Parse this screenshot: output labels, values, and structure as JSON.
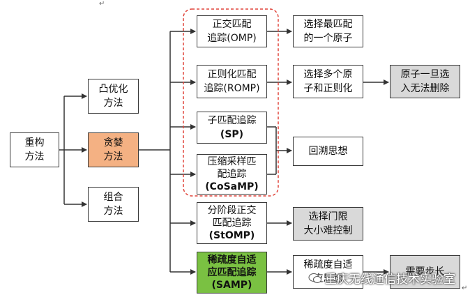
{
  "nodes": {
    "recon": [
      "重构",
      "方法"
    ],
    "convex": [
      "凸优化",
      "方法"
    ],
    "greedy": [
      "贪婪",
      "方法"
    ],
    "combo": [
      "组合",
      "方法"
    ],
    "omp": [
      "正交匹配",
      "追踪(OMP)"
    ],
    "romp": [
      "正则化匹配",
      "追踪(ROMP)"
    ],
    "sp": [
      "子匹配追踪",
      "(SP)"
    ],
    "cosamp": [
      "压缩采样匹",
      "配追踪",
      "(CoSaMP)"
    ],
    "stomp": [
      "分阶段正交",
      "匹配追踪",
      "(StOMP)"
    ],
    "samp": [
      "稀疏度自适",
      "应匹配追踪",
      "(SAMP)"
    ],
    "omp_r": [
      "选择最匹配",
      "的一个原子"
    ],
    "romp_r": [
      "选择多个原",
      "子和正则化"
    ],
    "romp_r2": [
      "原子一旦选",
      "入无法删除"
    ],
    "sp_r": [
      "回溯思想"
    ],
    "stomp_r": [
      "选择门限",
      "大小难控制"
    ],
    "samp_r": [
      "稀疏度自适",
      "应思想"
    ],
    "samp_r2": [
      "需要步长"
    ]
  },
  "marks": {
    "top": "↵",
    "bottom": "↵"
  },
  "watermark": "重庆无线通信技术实验室",
  "colors": {
    "greedy": "#f4b183",
    "gray": "#d9d9d9",
    "samp": "#7ac142",
    "dashed": "#e0443a"
  }
}
